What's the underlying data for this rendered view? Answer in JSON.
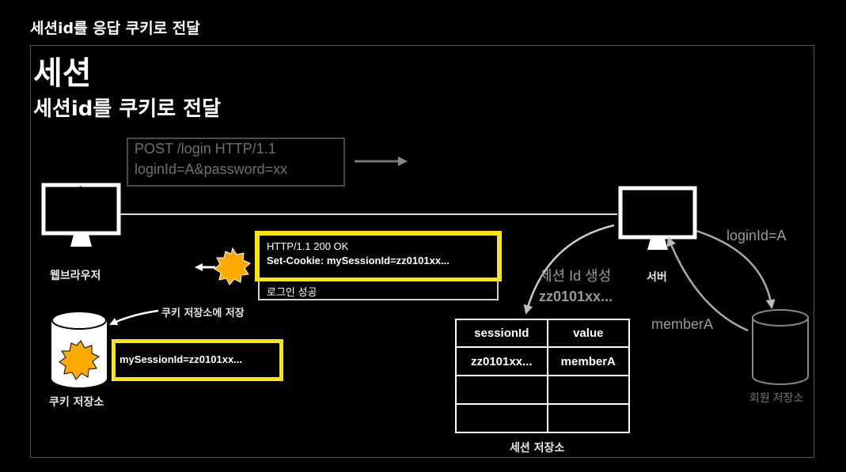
{
  "caption": "세션id를 응답 쿠키로 전달",
  "title": "세션",
  "subtitle": "세션id를 쿠키로 전달",
  "request": {
    "line1": "POST /login HTTP/1.1",
    "line2": "loginId=A&password=xx"
  },
  "response": {
    "status": "HTTP/1.1 200 OK",
    "set_cookie": "Set-Cookie: mySessionId=zz0101xx...",
    "body": "로그인 성공"
  },
  "browser_label": "웹브라우저",
  "server_label": "서버",
  "cookie_store": {
    "label": "쿠키 저장소",
    "store_note": "쿠키 저장소에 저장",
    "value": "mySessionId=zz0101xx..."
  },
  "session_create": {
    "line1": "세션 Id 생성",
    "line2": "zz0101xx..."
  },
  "session_store": {
    "label": "세션 저장소",
    "headers": [
      "sessionId",
      "value"
    ],
    "rows": [
      [
        "zz0101xx...",
        "memberA"
      ],
      [
        "",
        ""
      ],
      [
        "",
        ""
      ]
    ]
  },
  "member_store": {
    "label": "회원 저장소",
    "query": "loginId=A",
    "result": "memberA"
  },
  "colors": {
    "highlight": "#ffe600",
    "burst": "#ffaa00"
  }
}
